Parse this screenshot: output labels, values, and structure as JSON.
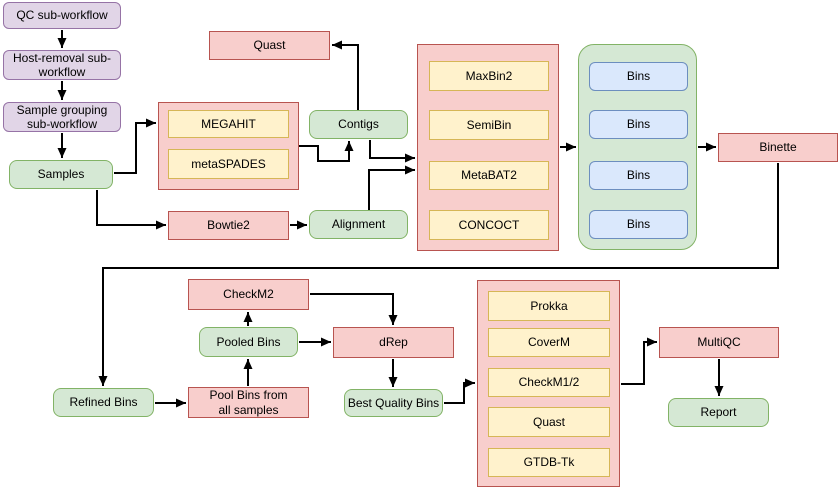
{
  "diagram_type": "workflow-flowchart",
  "colors": {
    "subworkflow_purple_fill": "#e1d5e7",
    "subworkflow_purple_border": "#9673a6",
    "data_green_fill": "#d5e8d4",
    "data_green_border": "#82b366",
    "tool_red_fill": "#f8cecc",
    "tool_red_border": "#b85450",
    "tool_yellow_fill": "#fff2cc",
    "tool_yellow_border": "#d6b656",
    "bins_blue_fill": "#dae8fc",
    "bins_blue_border": "#6c8ebf",
    "edge": "#000000",
    "background": "#ffffff"
  },
  "nodes": {
    "qc_subworkflow": {
      "label": "QC sub-workflow"
    },
    "host_removal": {
      "label": "Host-removal sub-\nworkflow"
    },
    "sample_grouping": {
      "label": "Sample grouping\nsub-workflow"
    },
    "samples": {
      "label": "Samples"
    },
    "megahit": {
      "label": "MEGAHIT"
    },
    "metaspades": {
      "label": "metaSPADES"
    },
    "quast_assembly": {
      "label": "Quast"
    },
    "contigs": {
      "label": "Contigs"
    },
    "bowtie2": {
      "label": "Bowtie2"
    },
    "alignment": {
      "label": "Alignment"
    },
    "maxbin2": {
      "label": "MaxBin2"
    },
    "semibin": {
      "label": "SemiBin"
    },
    "metabat2": {
      "label": "MetaBAT2"
    },
    "concoct": {
      "label": "CONCOCT"
    },
    "bins": {
      "label": "Bins"
    },
    "binette": {
      "label": "Binette"
    },
    "refined_bins": {
      "label": "Refined Bins"
    },
    "pool_bins": {
      "label": "Pool Bins from\nall samples"
    },
    "pooled_bins": {
      "label": "Pooled Bins"
    },
    "checkm2": {
      "label": "CheckM2"
    },
    "drep": {
      "label": "dRep"
    },
    "best_quality_bins": {
      "label": "Best Quality Bins"
    },
    "prokka": {
      "label": "Prokka"
    },
    "coverm": {
      "label": "CoverM"
    },
    "checkm12": {
      "label": "CheckM1/2"
    },
    "quast_bins": {
      "label": "Quast"
    },
    "gtdbtk": {
      "label": "GTDB-Tk"
    },
    "multiqc": {
      "label": "MultiQC"
    },
    "report": {
      "label": "Report"
    }
  },
  "groups": {
    "assembly": {
      "children": [
        "megahit",
        "metaspades"
      ]
    },
    "binning": {
      "children": [
        "maxbin2",
        "semibin",
        "metabat2",
        "concoct"
      ]
    },
    "bins_group": {
      "children": [
        "bins",
        "bins",
        "bins",
        "bins"
      ]
    },
    "annotation": {
      "children": [
        "prokka",
        "coverm",
        "checkm12",
        "quast_bins",
        "gtdbtk"
      ]
    }
  },
  "edges": [
    {
      "from": "qc_subworkflow",
      "to": "host_removal"
    },
    {
      "from": "host_removal",
      "to": "sample_grouping"
    },
    {
      "from": "sample_grouping",
      "to": "samples"
    },
    {
      "from": "samples",
      "to": "assembly"
    },
    {
      "from": "samples",
      "to": "bowtie2"
    },
    {
      "from": "bowtie2",
      "to": "alignment"
    },
    {
      "from": "assembly",
      "to": "contigs"
    },
    {
      "from": "contigs",
      "to": "quast_assembly"
    },
    {
      "from": "contigs",
      "to": "binning"
    },
    {
      "from": "alignment",
      "to": "binning"
    },
    {
      "from": "binning",
      "to": "bins_group"
    },
    {
      "from": "bins_group",
      "to": "binette"
    },
    {
      "from": "binette",
      "to": "refined_bins"
    },
    {
      "from": "refined_bins",
      "to": "pool_bins"
    },
    {
      "from": "pool_bins",
      "to": "pooled_bins"
    },
    {
      "from": "pooled_bins",
      "to": "checkm2"
    },
    {
      "from": "pooled_bins",
      "to": "drep"
    },
    {
      "from": "checkm2",
      "to": "drep"
    },
    {
      "from": "drep",
      "to": "best_quality_bins"
    },
    {
      "from": "best_quality_bins",
      "to": "annotation"
    },
    {
      "from": "annotation",
      "to": "multiqc"
    },
    {
      "from": "multiqc",
      "to": "report"
    }
  ]
}
